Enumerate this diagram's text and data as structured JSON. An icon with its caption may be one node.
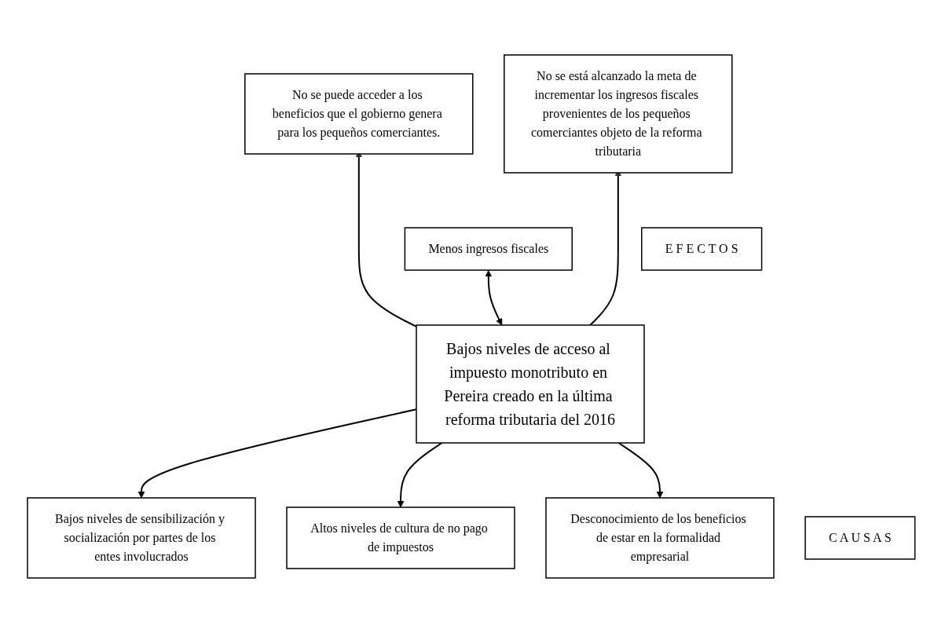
{
  "diagram": {
    "nodes": [
      {
        "text": [
          "No se puede acceder a los beneficios que el gobierno genera para los pequeños comerciantes."
        ]
      },
      {
        "text": [
          "Menos ingresos fiscales"
        ]
      },
      {
        "text": [
          "No se está alcanzado la meta de incrementar los ingresos fiscales provenientes de los pequeños comerciantes objeto de la reforma tributaria"
        ]
      },
      {
        "text": [
          "E F E C T O S"
        ]
      },
      {
        "text": [
          "Bajos niveles de acceso al impuesto monotributo en Pereira creado en la última reforma tributaria del 2016"
        ]
      },
      {
        "text": [
          "Bajos niveles de sensibilización y socialización por partes de los entes involucrados"
        ]
      },
      {
        "text": [
          "Altos niveles de cultura de no pago de impuestos"
        ]
      },
      {
        "text": [
          "Desconocimiento de los beneficios de estar en la formalidad empresarial"
        ]
      },
      {
        "text": [
          "C A U S A S"
        ]
      }
    ],
    "edges": [
      {
        "from": 4,
        "to": 0,
        "arrow": "to"
      },
      {
        "from": 4,
        "to": 1,
        "arrow": "both"
      },
      {
        "from": 4,
        "to": 2,
        "arrow": "to"
      },
      {
        "from": 4,
        "to": 5,
        "arrow": "to"
      },
      {
        "from": 4,
        "to": 6,
        "arrow": "to"
      },
      {
        "from": 4,
        "to": 7,
        "arrow": "to"
      }
    ]
  }
}
